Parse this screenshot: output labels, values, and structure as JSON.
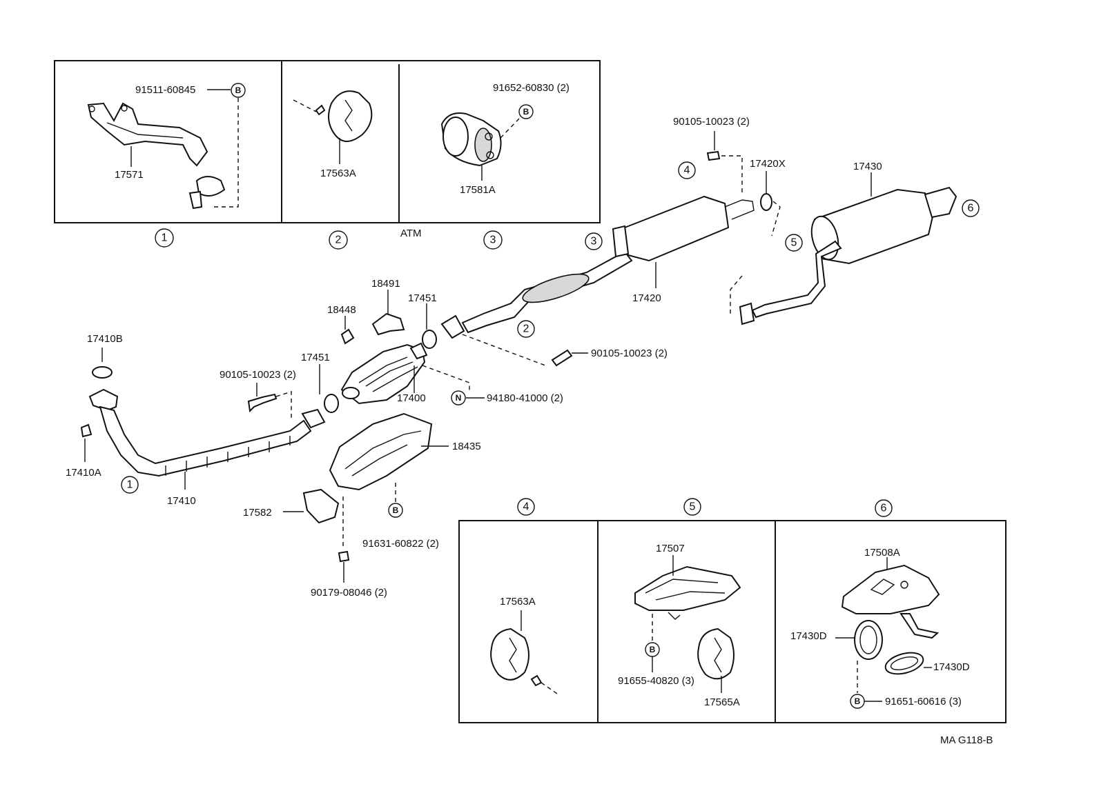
{
  "inset_top": {
    "p1": {
      "number": "1",
      "labels": [
        "91511-60845",
        "17571"
      ],
      "bolt_mark": "B"
    },
    "p2": {
      "number": "2",
      "labels": [
        "17563A"
      ]
    },
    "p3": {
      "number": "3",
      "labels": [
        "91652-60830 (2)",
        "17581A"
      ],
      "bolt_mark": "B"
    },
    "atm": "ATM"
  },
  "main": {
    "markers": {
      "c1": "1",
      "c2": "2",
      "c3": "3",
      "c4": "4",
      "c5": "5",
      "c6": "6"
    },
    "labels": {
      "p17410B": "17410B",
      "p17410A": "17410A",
      "p17410": "17410",
      "p90105a": "90105-10023 (2)",
      "p17451a": "17451",
      "p18448": "18448",
      "p18491": "18491",
      "p17451b": "17451",
      "p17400": "17400",
      "p94180": "94180-41000 (2)",
      "p90105b": "90105-10023 (2)",
      "p18435": "18435",
      "p17582": "17582",
      "p91631": "91631-60822 (2)",
      "p90179": "90179-08046 (2)",
      "p17420": "17420",
      "p90105c": "90105-10023 (2)",
      "p17420X": "17420X",
      "p17430": "17430"
    },
    "nut_mark": "N",
    "bolt_mark": "B"
  },
  "inset_bottom": {
    "p4": {
      "number": "4",
      "labels": [
        "17563A"
      ]
    },
    "p5": {
      "number": "5",
      "labels": [
        "17507",
        "91655-40820 (3)",
        "17565A"
      ],
      "bolt_mark": "B"
    },
    "p6": {
      "number": "6",
      "labels": [
        "17508A",
        "17430D",
        "17430D",
        "91651-60616 (3)"
      ],
      "bolt_mark": "B"
    }
  },
  "diagram_code": "MA G118-B"
}
